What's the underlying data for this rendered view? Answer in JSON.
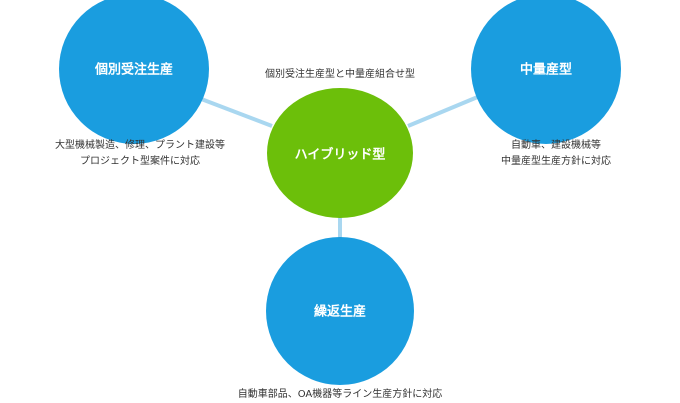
{
  "colors": {
    "blue_node": "#1a9ddf",
    "green_node": "#6cbf0a",
    "connector": "#a9d7f0",
    "caption_text": "#333333"
  },
  "nodes": {
    "top_left": {
      "label": "個別受注生産",
      "caption_lines": [
        "大型機械製造、修理、プラント建設等",
        "プロジェクト型案件に対応"
      ]
    },
    "top_right": {
      "label": "中量産型",
      "caption_lines": [
        "自動車、建設機械等",
        "中量産型生産方針に対応"
      ]
    },
    "center": {
      "label": "ハイブリッド型",
      "caption_lines": [
        "個別受注生産型と中量産組合せ型"
      ]
    },
    "bottom": {
      "label": "繰返生産",
      "caption_lines": [
        "自動車部品、OA機器等ライン生産方針に対応"
      ]
    }
  }
}
